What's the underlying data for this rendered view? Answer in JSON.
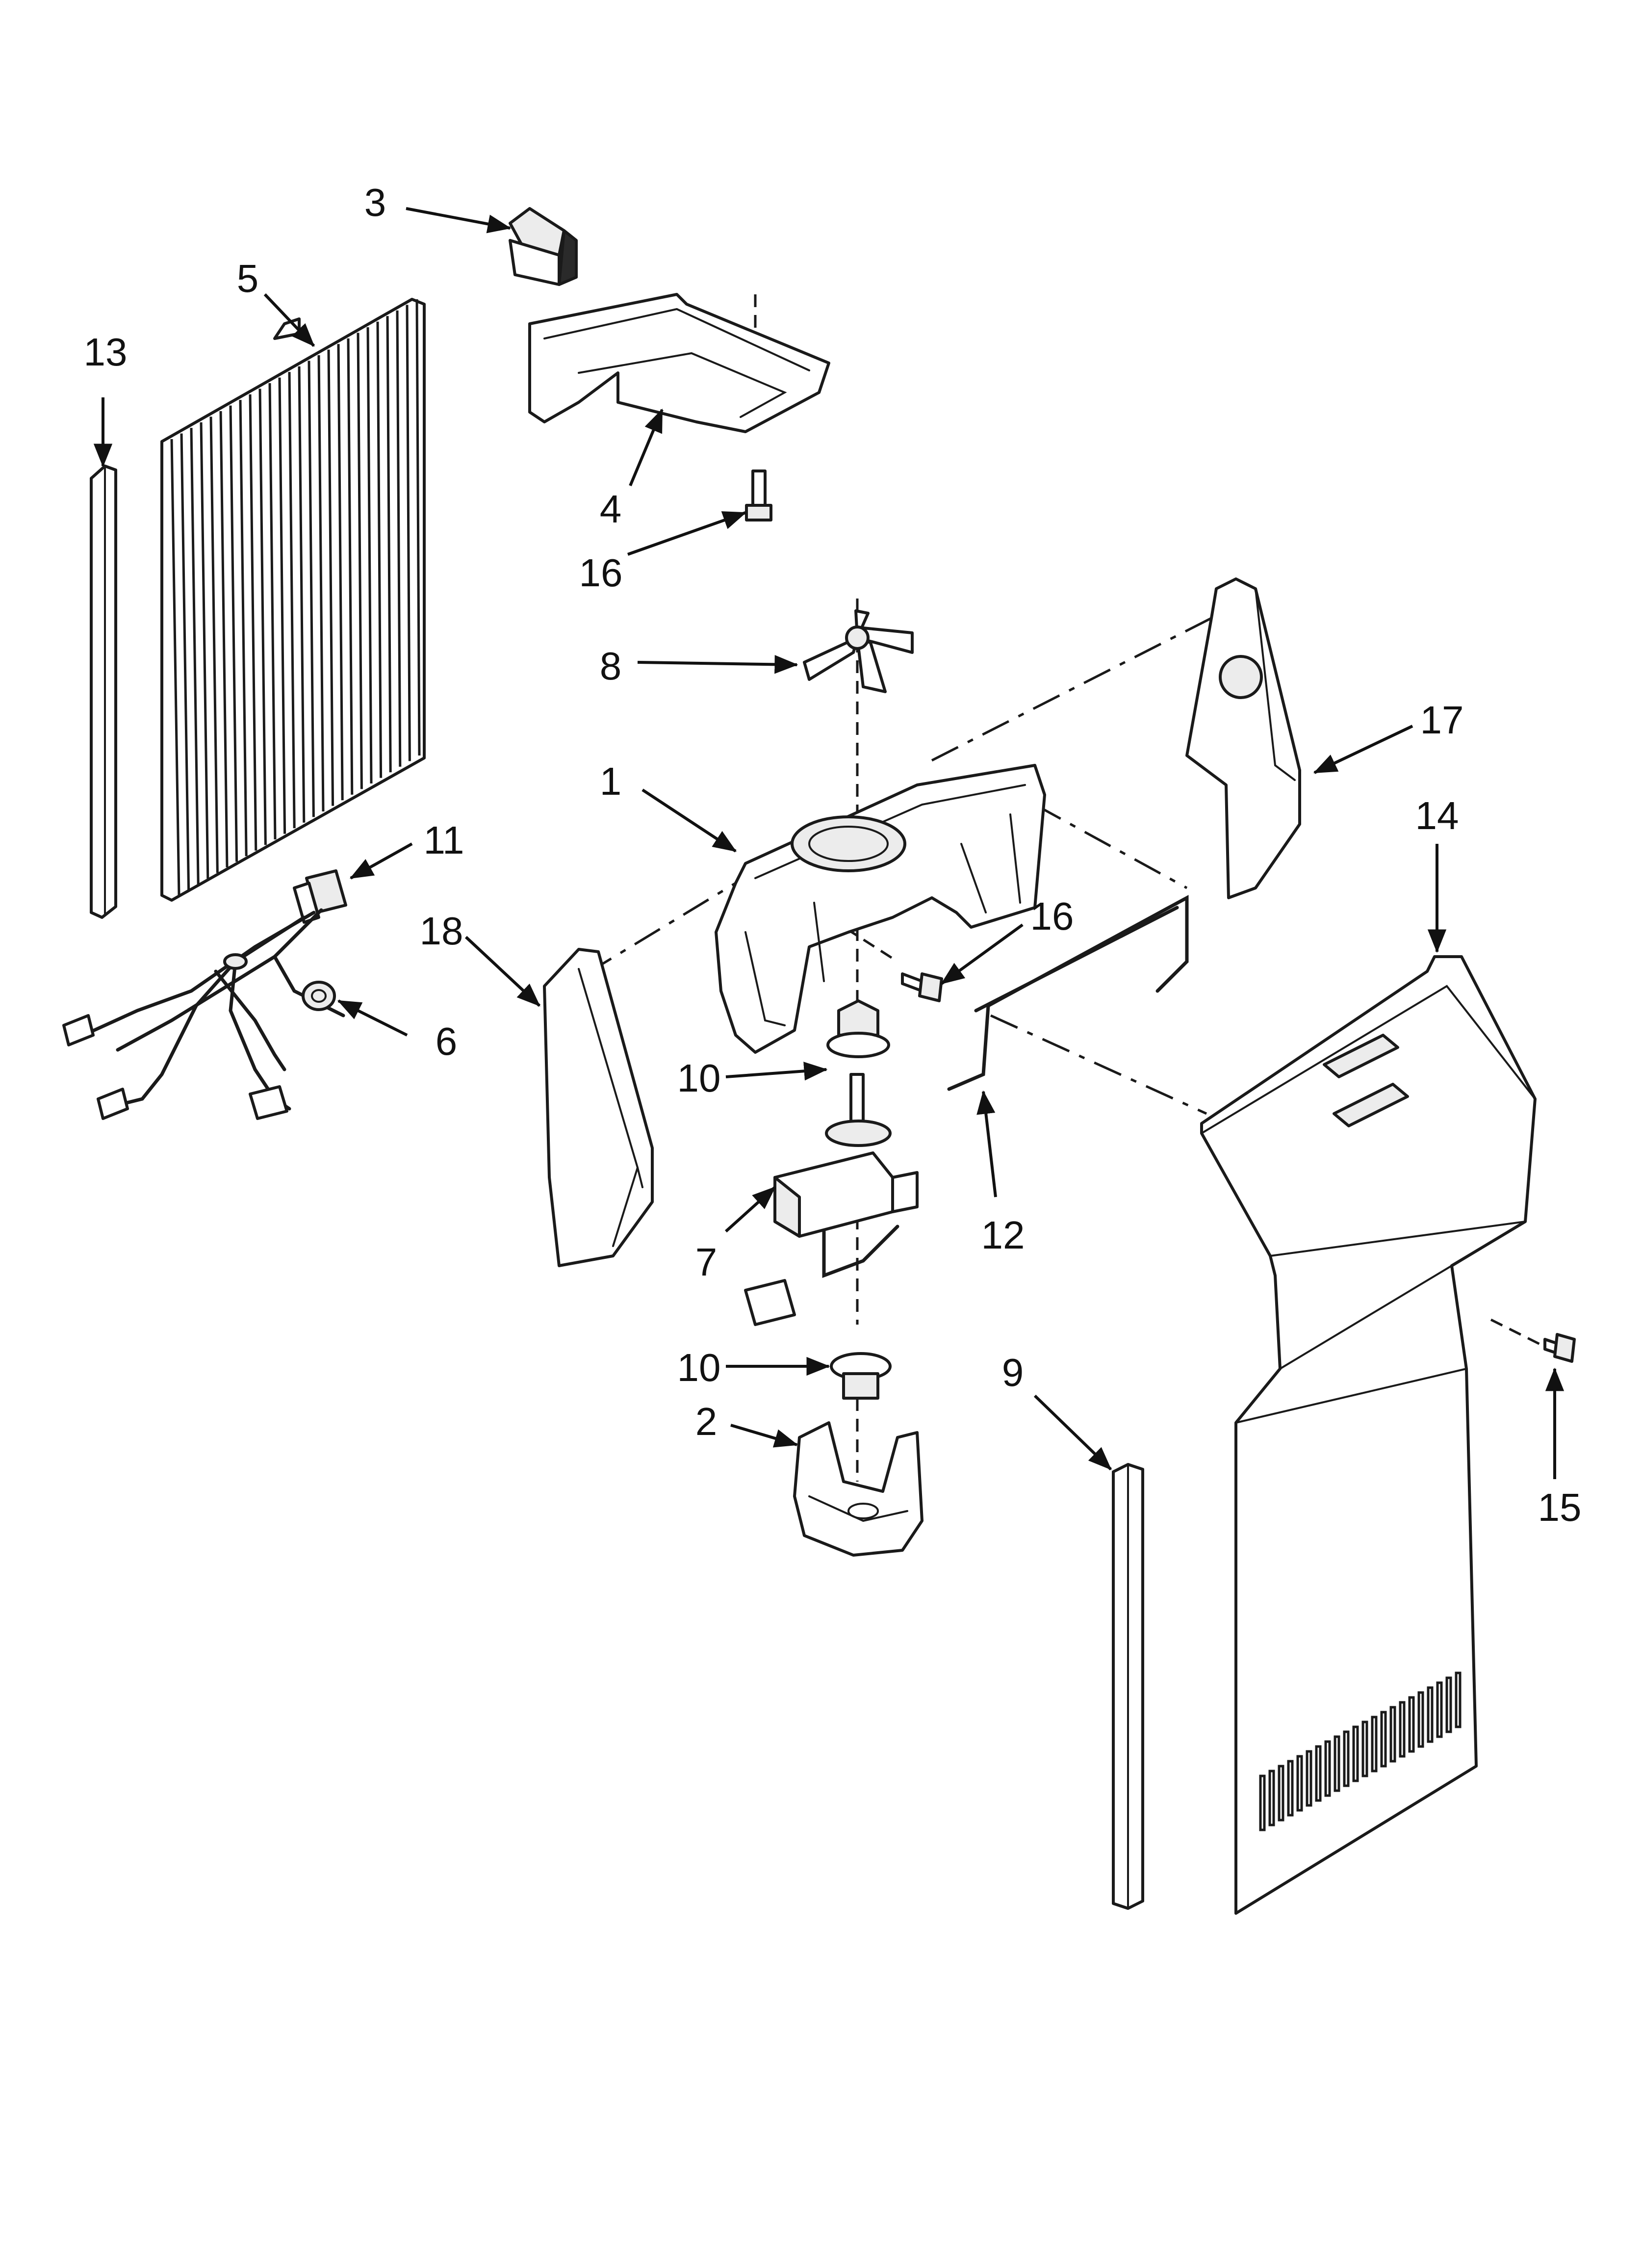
{
  "callouts": [
    {
      "id": "c1",
      "number": "1"
    },
    {
      "id": "c2",
      "number": "2"
    },
    {
      "id": "c3",
      "number": "3"
    },
    {
      "id": "c4",
      "number": "4"
    },
    {
      "id": "c5",
      "number": "5"
    },
    {
      "id": "c6",
      "number": "6"
    },
    {
      "id": "c7",
      "number": "7"
    },
    {
      "id": "c8",
      "number": "8"
    },
    {
      "id": "c9",
      "number": "9"
    },
    {
      "id": "c10a",
      "number": "10"
    },
    {
      "id": "c10b",
      "number": "10"
    },
    {
      "id": "c11",
      "number": "11"
    },
    {
      "id": "c12",
      "number": "12"
    },
    {
      "id": "c13",
      "number": "13"
    },
    {
      "id": "c14",
      "number": "14"
    },
    {
      "id": "c15",
      "number": "15"
    },
    {
      "id": "c16a",
      "number": "16"
    },
    {
      "id": "c16b",
      "number": "16"
    },
    {
      "id": "c17",
      "number": "17"
    },
    {
      "id": "c18",
      "number": "18"
    }
  ],
  "colors": {
    "line": "#1a1a1a",
    "background": "#ffffff"
  }
}
